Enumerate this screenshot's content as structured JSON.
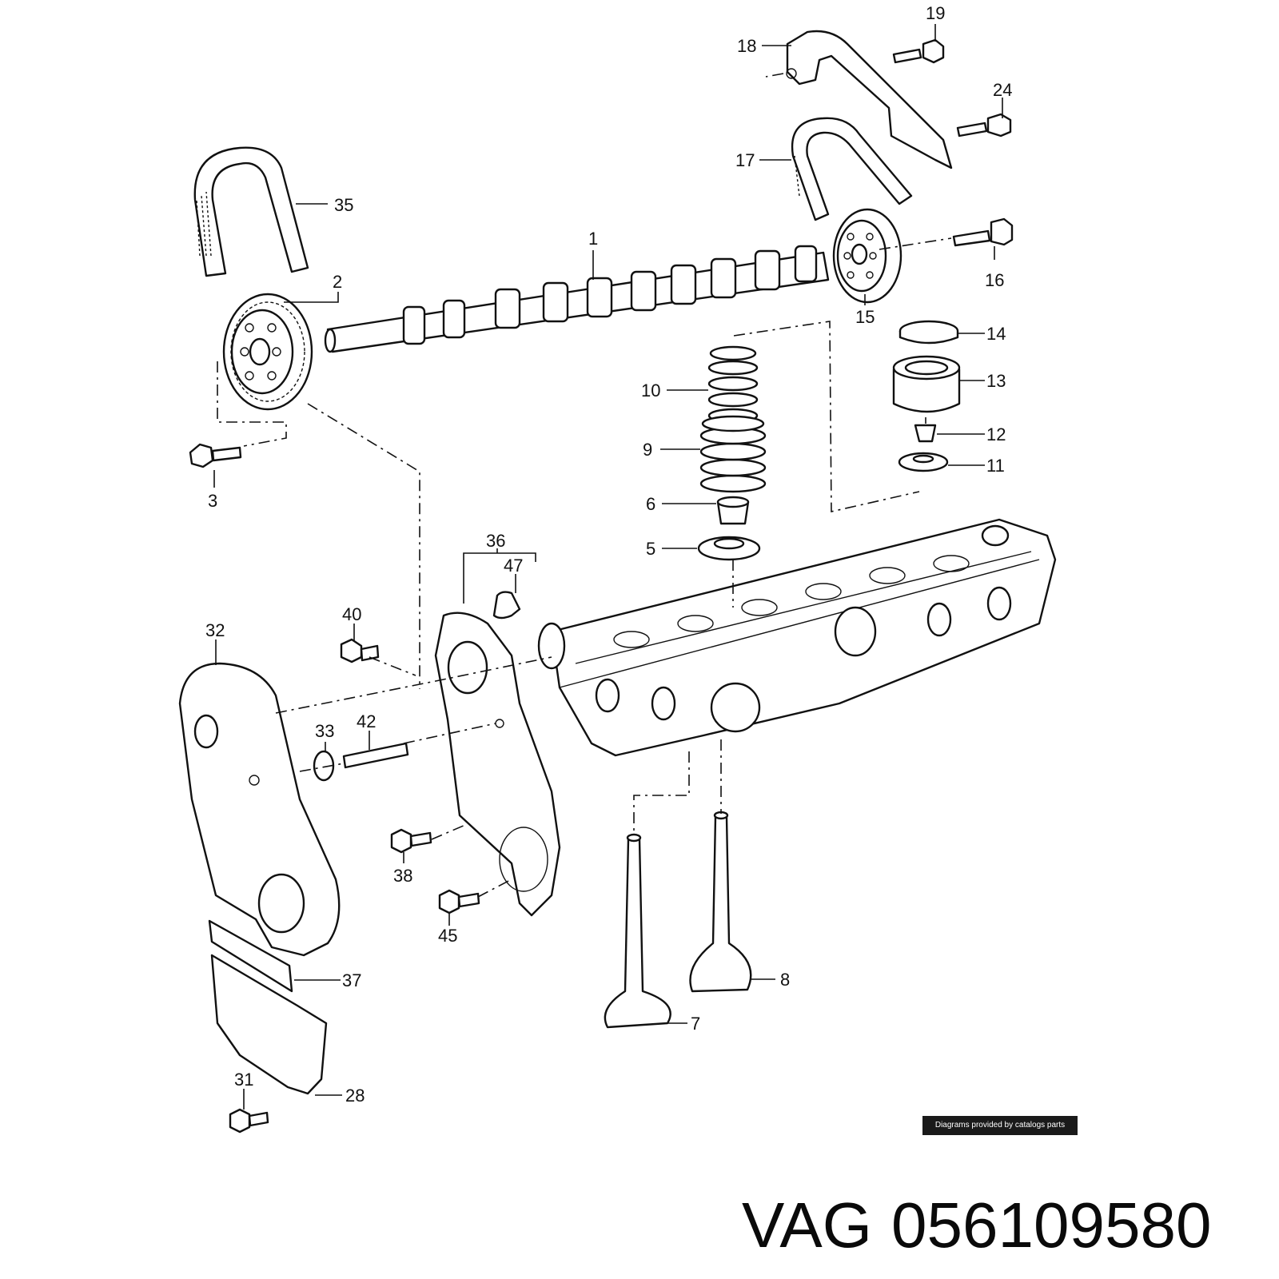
{
  "callouts": [
    "1",
    "2",
    "3",
    "5",
    "6",
    "7",
    "8",
    "9",
    "10",
    "11",
    "12",
    "13",
    "14",
    "15",
    "16",
    "17",
    "18",
    "19",
    "24",
    "28",
    "31",
    "32",
    "33",
    "35",
    "36",
    "37",
    "38",
    "40",
    "42",
    "45",
    "47"
  ],
  "attribution": "Diagrams provided by catalogs parts",
  "brand": "VAG",
  "part_number": "056109580"
}
